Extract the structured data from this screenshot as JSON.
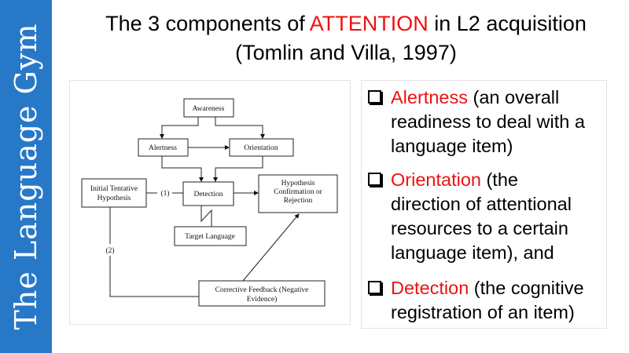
{
  "sidebar": {
    "brand": "The Language Gym"
  },
  "title": {
    "pre": "The 3 components of ",
    "highlight": "ATTENTION",
    "post": " in L2 acquisition",
    "line2": "(Tomlin and Villa, 1997)"
  },
  "diagram": {
    "awareness": "Awareness",
    "alertness": "Alertness",
    "orientation": "Orientation",
    "detection": "Detection",
    "hypothesis": [
      "Hypothesis",
      "Confirmation or",
      "Rejection"
    ],
    "initial": [
      "Initial Tentative",
      "Hypothesis"
    ],
    "target": "Target Language",
    "corrective": [
      "Corrective Feedback (Negative",
      "Evidence)"
    ],
    "label1": "(1)",
    "label2": "(2)"
  },
  "bullets": [
    {
      "term": "Alertness",
      "first": " (an overall",
      "rest": [
        "readiness to deal with a",
        "language item)"
      ]
    },
    {
      "term": "Orientation",
      "first": " (the",
      "rest": [
        "direction of attentional",
        "resources to a certain",
        "language item), and"
      ]
    },
    {
      "term": "Detection",
      "first": " (the cognitive",
      "rest": [
        "registration of an item)"
      ]
    }
  ],
  "colors": {
    "brand_blue": "#2878c8",
    "highlight_red": "#ee1111"
  }
}
